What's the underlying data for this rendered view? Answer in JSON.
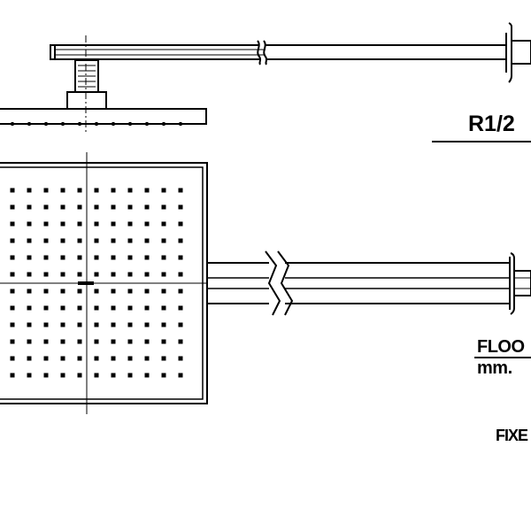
{
  "labels": {
    "thread": "R1/2",
    "floor": "FLOO",
    "unit": "mm.",
    "fixed": "FIXE"
  },
  "colors": {
    "line": "#000000",
    "background": "#ffffff"
  },
  "nozzle_grid": {
    "rows": 12,
    "columns": 12
  }
}
